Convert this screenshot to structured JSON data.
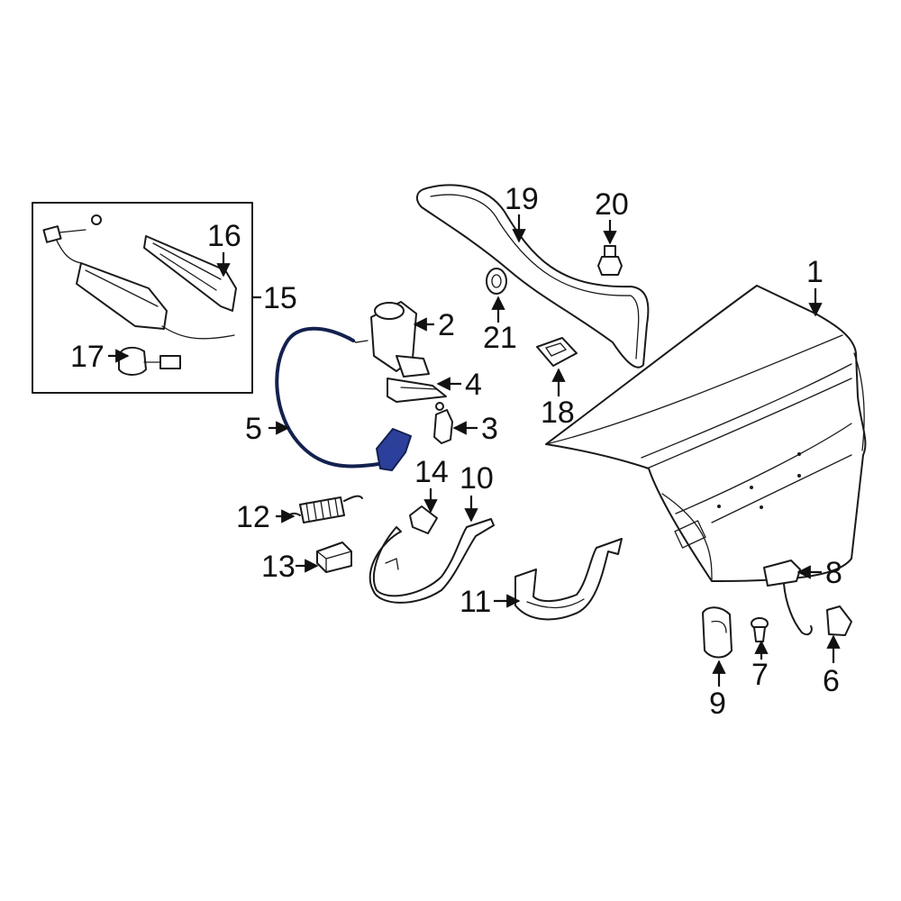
{
  "colors": {
    "line": "#1a1a1a",
    "highlight_fill": "#2c3f9a",
    "highlight_stroke": "#13214f",
    "background": "#ffffff"
  },
  "callouts": {
    "p1": "1",
    "p2": "2",
    "p3": "3",
    "p4": "4",
    "p5": "5",
    "p6": "6",
    "p7": "7",
    "p8": "8",
    "p9": "9",
    "p10": "10",
    "p11": "11",
    "p12": "12",
    "p13": "13",
    "p14": "14",
    "p15": "15",
    "p16": "16",
    "p17": "17",
    "p18": "18",
    "p19": "19",
    "p20": "20",
    "p21": "21"
  },
  "highlighted_part": "5"
}
